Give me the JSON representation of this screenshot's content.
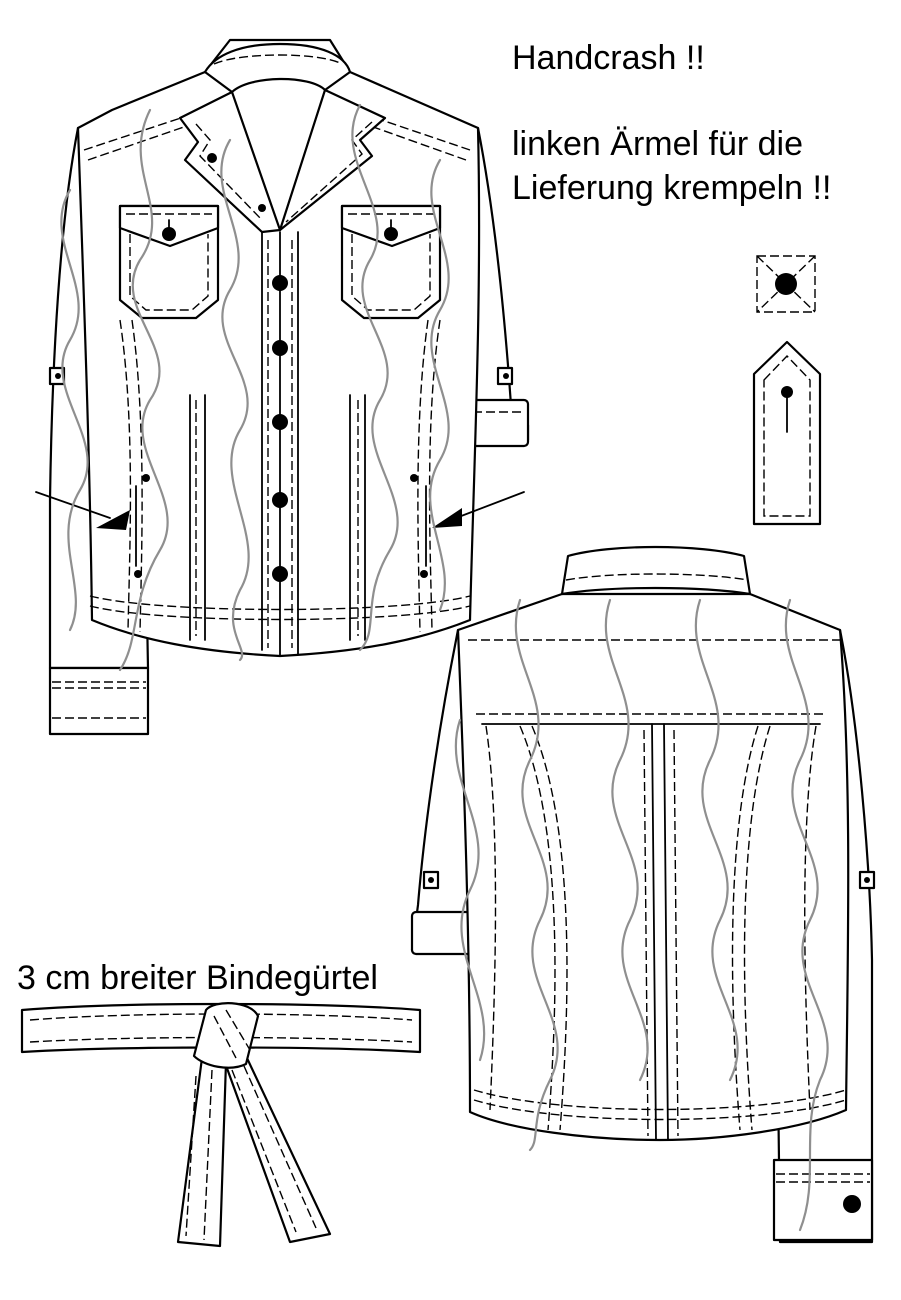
{
  "notes": {
    "handcrash": "Handcrash !!",
    "sleeve_line1": "linken Ärmel für die",
    "sleeve_line2": "Lieferung krempeln !!",
    "belt": "3 cm breiter Bindegürtel"
  },
  "colors": {
    "line": "#000000",
    "wash_effect": "#8f8f8f",
    "background": "#ffffff"
  }
}
